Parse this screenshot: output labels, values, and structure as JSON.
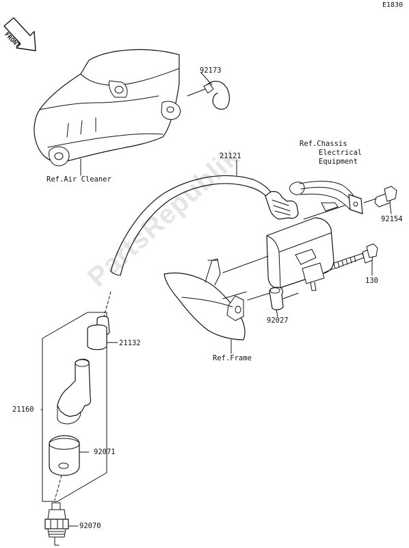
{
  "diagram_code": "E1830",
  "front_badge": "FRONT",
  "watermark": "PartsRepublik",
  "labels": {
    "p92173": "92173",
    "ref_air_cleaner": "Ref.Air Cleaner",
    "p21121": "21121",
    "ref_chassis_1": "Ref.Chassis",
    "ref_chassis_2": "Electrical",
    "ref_chassis_3": "Equipment",
    "p92154": "92154",
    "p130": "130",
    "p92027": "92027",
    "ref_frame": "Ref.Frame",
    "p21132": "21132",
    "p21160": "21160",
    "p92071": "92071",
    "p92070": "92070"
  },
  "colors": {
    "line": "#111111",
    "paper": "#ffffff"
  }
}
